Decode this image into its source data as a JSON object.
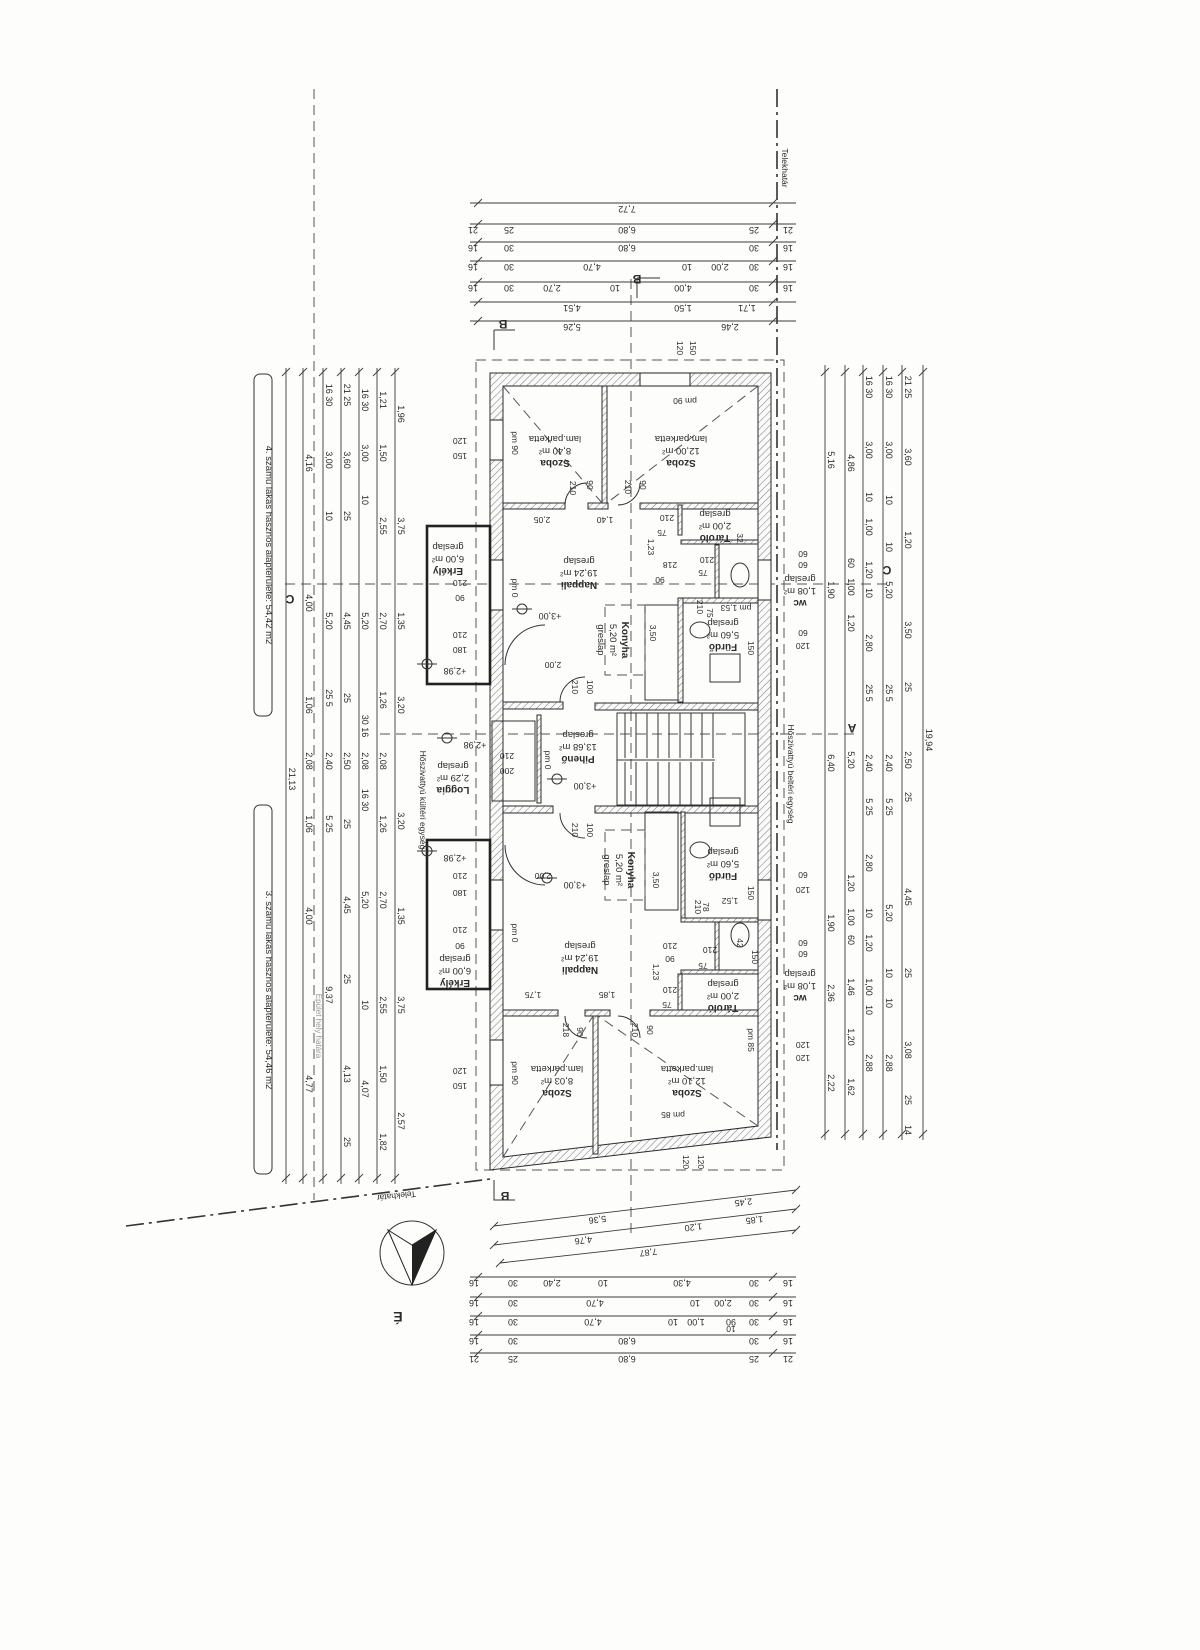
{
  "plan": {
    "north_label": "É",
    "boundary_label_top": "Telekhatár",
    "boundary_label_bottom": "Telekhatár",
    "building_limit": "Épület hely határa",
    "sections": {
      "b_top_left": "B",
      "b_top_mid": "B",
      "b_bottom": "B",
      "c_right": "C",
      "c_left": "C",
      "a_right": "A"
    }
  },
  "units": [
    {
      "label": "4. számú lakás hasznos alapterülete: 54,42 m2"
    },
    {
      "label": "3. számú lakás hasznos alapterülete: 54,46 m2"
    }
  ],
  "equipment": {
    "heat_pump_outdoor": "Hőszivattyú kültéri egység",
    "heat_pump_indoor": "Hőszivattyú beltéri egység"
  },
  "rooms": [
    {
      "name": "Szoba",
      "area": "8,40 m²",
      "floor": "lam.parketta"
    },
    {
      "name": "Szoba",
      "area": "12,00 m²",
      "floor": "lam.parketta"
    },
    {
      "name": "Tároló",
      "area": "2,00 m²",
      "floor": "greslap"
    },
    {
      "name": "Nappali",
      "area": "19,24 m²",
      "floor": "greslap"
    },
    {
      "name": "Konyha",
      "area": "5,20 m²",
      "floor": "greslap"
    },
    {
      "name": "wc",
      "area": "1,08 m²",
      "floor": "greslap"
    },
    {
      "name": "Fürdő",
      "area": "5,60 m²",
      "floor": "greslap"
    },
    {
      "name": "Erkély",
      "area": "6,00 m²",
      "floor": "greslap"
    },
    {
      "name": "Pihenő",
      "area": "13,68 m²",
      "floor": "greslap"
    },
    {
      "name": "Loggia",
      "area": "2,29 m²",
      "floor": "greslap"
    },
    {
      "name": "Erkély",
      "area": "6,00 m²",
      "floor": "greslap"
    },
    {
      "name": "Nappali",
      "area": "19,24 m²",
      "floor": "greslap"
    },
    {
      "name": "Konyha",
      "area": "5,20 m²",
      "floor": "greslap"
    },
    {
      "name": "Fürdő",
      "area": "5,60 m²",
      "floor": "greslap"
    },
    {
      "name": "wc",
      "area": "1,08 m²",
      "floor": "greslap"
    },
    {
      "name": "Tároló",
      "area": "2,00 m²",
      "floor": "greslap"
    },
    {
      "name": "Szoba",
      "area": "8,03 m²",
      "floor": "lam.parketta"
    },
    {
      "name": "Szoba",
      "area": "12,10 m²",
      "floor": "lam.parketta"
    }
  ],
  "levels": [
    "+3,00",
    "+2,98",
    "+2,98",
    "+3,00",
    "+2,98",
    "+3,00"
  ],
  "dims": {
    "top": [
      [
        "7,72"
      ],
      [
        "21",
        "25",
        "6,80",
        "25",
        "21"
      ],
      [
        "16",
        "30",
        "6,80",
        "30",
        "16"
      ],
      [
        "16",
        "30",
        "4,70",
        "10",
        "2,00",
        "30",
        "16"
      ],
      [
        "16",
        "30",
        "2,70",
        "10",
        "4,00",
        "30",
        "16"
      ],
      [
        "4,51",
        "1,50",
        "1,71"
      ],
      [
        "5,26",
        "2,46"
      ]
    ],
    "bottom_slanted": [
      [
        "5,36",
        "2,45"
      ],
      [
        "4,76",
        "1,20",
        "1,85"
      ],
      [
        "7,87"
      ]
    ],
    "bottom": [
      [
        "16",
        "30",
        "2,40",
        "10",
        "4,30",
        "30",
        "16"
      ],
      [
        "16",
        "30",
        "4,70",
        "10",
        "2,00",
        "30",
        "16"
      ],
      [
        "16",
        "30",
        "4,70",
        "10",
        "1,00",
        "90",
        "30",
        "16"
      ],
      [
        "16",
        "30",
        "6,80",
        "30",
        "16"
      ],
      [
        "21",
        "25",
        "6,80",
        "25",
        "21"
      ]
    ],
    "left": [
      [
        "1,96",
        "3,75",
        "1,35",
        "3,20",
        "3,20",
        "1,35",
        "3,75",
        "2,57"
      ],
      [
        "1,21",
        "1,50",
        "2,55",
        "2,70",
        "1,26",
        "2,08",
        "1,26",
        "2,70",
        "2,55",
        "1,50",
        "1,82"
      ],
      [
        "16 30",
        "3,00",
        "10",
        "5,20",
        "30 16",
        "2,08",
        "16 30",
        "5,20",
        "10",
        "4,07"
      ],
      [
        "21 25",
        "3,60",
        "25",
        "4,45",
        "25",
        "2,50",
        "25",
        "4,45",
        "25",
        "4,13",
        "25"
      ],
      [
        "16 30",
        "3,00",
        "10",
        "5,20",
        "25 5",
        "2,40",
        "5 25",
        "9,37"
      ],
      [
        "4,16",
        "4,00",
        "1,06",
        "2,08",
        "1,06",
        "4,00",
        "4,77"
      ],
      [
        "21,13"
      ]
    ],
    "right": [
      [
        "5,16",
        "1,90",
        "6,40",
        "1,90",
        "2,36",
        "2,22"
      ],
      [
        "4,86",
        "60",
        "1,00",
        "1,20",
        "5,20",
        "1,20",
        "1,00",
        "60",
        "1,46",
        "1,20",
        "1,62"
      ],
      [
        "16 30",
        "3,00",
        "10",
        "1,00",
        "1,20",
        "10",
        "2,80",
        "25 5",
        "2,40",
        "5 25",
        "2,80",
        "10",
        "1,20",
        "1,00",
        "10",
        "2,88"
      ],
      [
        "16 30",
        "3,00",
        "10",
        "10",
        "5,20",
        "25 5",
        "2,40",
        "5 25",
        "5,20",
        "10",
        "10",
        "2,88"
      ],
      [
        "21 25",
        "3,60",
        "1,20",
        "3,50",
        "25",
        "2,50",
        "25",
        "4,45",
        "25",
        "3,08",
        "25",
        "14"
      ],
      [
        "19,94"
      ]
    ]
  },
  "annotations": [
    "120",
    "150",
    "pm 90",
    "pm 90",
    "120",
    "150",
    "210",
    "90",
    "210",
    "90",
    "2,05",
    "1,40",
    "210",
    "75",
    "32",
    "1,23",
    "218",
    "210",
    "75",
    "90",
    "pm 0",
    "210",
    "90",
    "210",
    "180",
    "2,00",
    "3,50",
    "210",
    "75",
    "pm 1,53",
    "150",
    "100",
    "210",
    "210",
    "200",
    "pm 0",
    "100",
    "210",
    "210",
    "180",
    "2,00",
    "3,50",
    "1,52",
    "150",
    "210",
    "78",
    "210",
    "90",
    "pm 0",
    "210",
    "90",
    "1,23",
    "210",
    "75",
    "42",
    "150",
    "1,75",
    "1,85",
    "210",
    "75",
    "218",
    "90",
    "210",
    "90",
    "pm 85",
    "120",
    "150",
    "pm 90",
    "pm 85",
    "120",
    "120",
    "60",
    "60",
    "60",
    "120",
    "60",
    "120",
    "60",
    "60",
    "120",
    "120",
    "10"
  ]
}
